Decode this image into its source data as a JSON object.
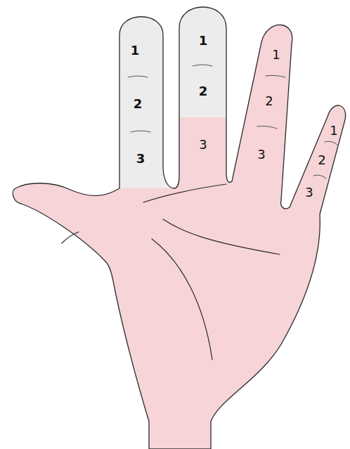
{
  "diagram": {
    "labels": [
      "1",
      "2",
      "3",
      "1",
      "2",
      "3",
      "1",
      "2",
      "3",
      "1",
      "2",
      "3"
    ]
  }
}
